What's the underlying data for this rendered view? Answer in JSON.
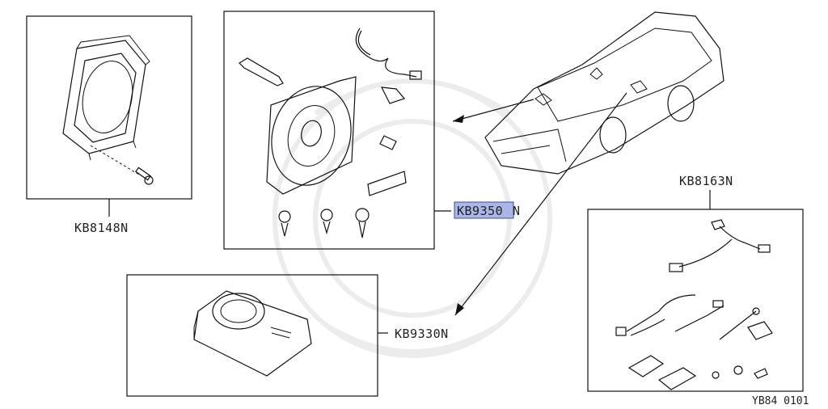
{
  "parts": {
    "speaker_bracket": {
      "part_number": "KB8148N"
    },
    "speaker_kit": {
      "part_number_highlight": "KB9350",
      "part_number_suffix": "N"
    },
    "subwoofer": {
      "part_number": "KB9330N"
    },
    "harness_kit": {
      "part_number": "KB8163N"
    }
  },
  "diagram_ref": "YB84  0101",
  "colors": {
    "highlight_fill": "#aab6e6",
    "highlight_border": "#3c4fa8",
    "line": "#111111"
  }
}
